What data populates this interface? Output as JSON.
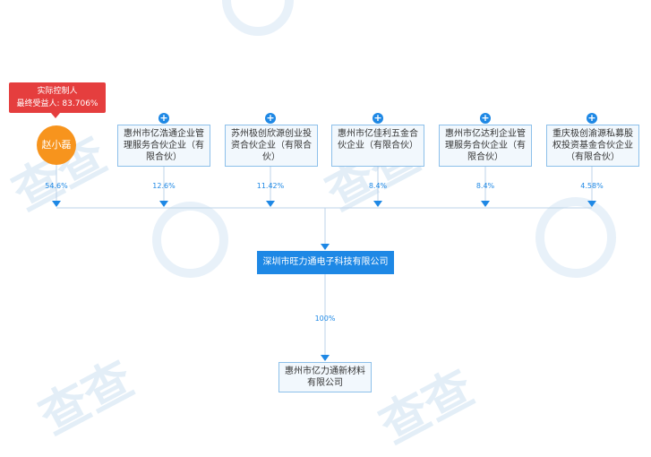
{
  "watermark": {
    "text": "查查"
  },
  "controller_callout": {
    "line1": "实际控制人",
    "line2": "最终受益人: 83.706%"
  },
  "shareholders": [
    {
      "name": "赵小磊",
      "kind": "person",
      "percent": "54.6%"
    },
    {
      "name": "惠州市亿浩通企业管理服务合伙企业（有限合伙）",
      "kind": "company",
      "percent": "12.6%"
    },
    {
      "name": "苏州极创欣源创业投资合伙企业（有限合伙）",
      "kind": "company",
      "percent": "11.42%"
    },
    {
      "name": "惠州市亿佳利五金合伙企业（有限合伙）",
      "kind": "company",
      "percent": "8.4%"
    },
    {
      "name": "惠州市亿达利企业管理服务合伙企业（有限合伙）",
      "kind": "company",
      "percent": "8.4%"
    },
    {
      "name": "重庆极创渝源私募股权投资基金合伙企业（有限合伙）",
      "kind": "company",
      "percent": "4.58%"
    }
  ],
  "center_company": {
    "name": "深圳市旺力通电子科技有限公司"
  },
  "subsidiary": {
    "name": "惠州市亿力通新材料有限公司",
    "percent": "100%"
  },
  "colors": {
    "line": "#bcd3e8",
    "accent": "#1e88e5",
    "person": "#f7941d",
    "callout": "#e53e3e",
    "node_border": "#8dc0ea",
    "node_bg": "#f2f8fd"
  },
  "icons": {
    "expand": "plus-circle-icon",
    "arrow": "arrow-down-icon"
  }
}
